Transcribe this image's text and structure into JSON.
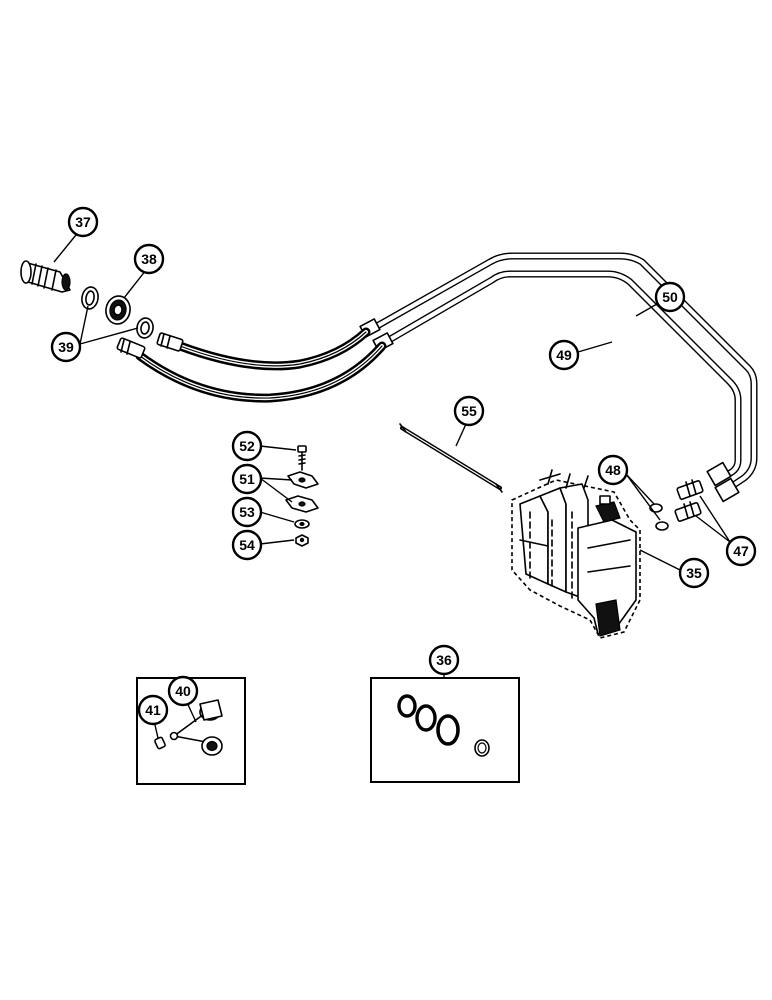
{
  "callouts": {
    "c35": "35",
    "c36": "36",
    "c37": "37",
    "c38": "38",
    "c39": "39",
    "c40": "40",
    "c41": "41",
    "c47": "47",
    "c48": "48",
    "c49": "49",
    "c50": "50",
    "c51": "51",
    "c52": "52",
    "c53": "53",
    "c54": "54",
    "c55": "55"
  }
}
